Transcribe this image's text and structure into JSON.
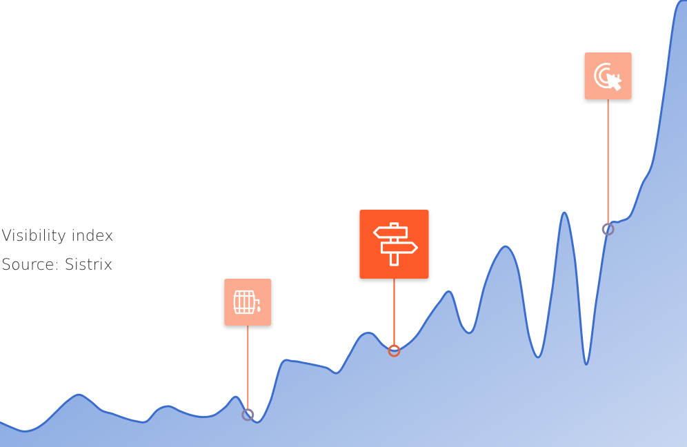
{
  "caption": {
    "line1": "Visibility index",
    "line2": "Source: Sistrix"
  },
  "colors": {
    "line": "#3d6dcc",
    "area_top": "#5b8ad8",
    "area_bottom": "#c8d6f0",
    "marker_light": "#fbac90",
    "marker_strong": "#ff5a2c",
    "marker_stem": "#f0876a",
    "marker_ring_dim": "#8b7fa6"
  },
  "chart_data": {
    "type": "area",
    "title": "",
    "xlabel": "",
    "ylabel": "Visibility index",
    "ylim": [
      0,
      100
    ],
    "grid": false,
    "legend": "none",
    "series": [
      {
        "values": [
          5.5,
          4.4,
          3.5,
          3.9,
          5.5,
          7.9,
          10.3,
          11.7,
          10.3,
          8.2,
          7.4,
          6.5,
          5.8,
          5.7,
          8.3,
          9.1,
          8.0,
          7.1,
          6.7,
          7.1,
          8.9,
          11.2,
          7.2,
          5.6,
          10.2,
          18.6,
          19.2,
          18.8,
          18.3,
          17.7,
          16.6,
          20.5,
          24.7,
          25.4,
          22.8,
          21.5,
          22.6,
          24.9,
          28.8,
          32.3,
          34.6,
          27.1,
          26.2,
          35.8,
          42.2,
          44.8,
          39.6,
          24.5,
          20.6,
          34.6,
          52.2,
          42.8,
          18.6,
          33.6,
          48.7,
          50.4,
          51.9,
          58.6,
          64.2,
          79.8,
          97.6,
          100
        ]
      }
    ],
    "markers": [
      {
        "icon": "barrel-tap-icon",
        "index": 22,
        "style": "light"
      },
      {
        "icon": "signpost-icon",
        "index": 35,
        "style": "strong"
      },
      {
        "icon": "cursor-click-icon",
        "index": 54,
        "style": "light"
      }
    ]
  }
}
